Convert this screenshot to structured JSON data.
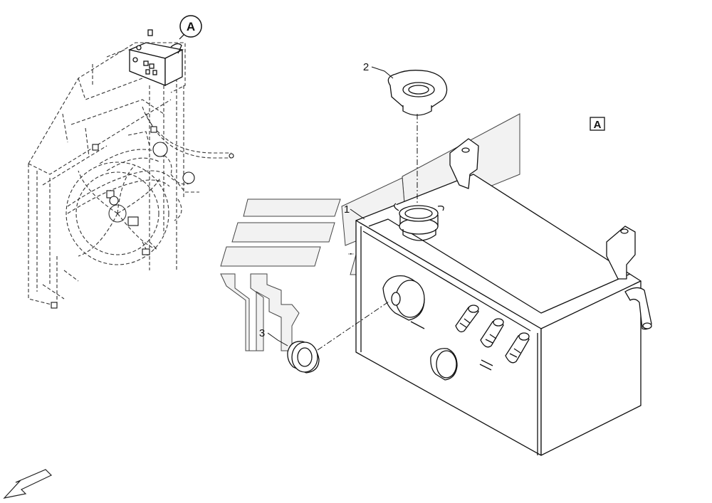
{
  "callouts": {
    "part_1": "1",
    "part_2": "2",
    "part_3": "3"
  },
  "views": {
    "detail_circle_label": "A",
    "detail_box_label": "A"
  },
  "icons": {
    "orientation": "orientation-arrow-icon"
  },
  "colors": {
    "line": "#1a1a1a",
    "watermark_fill": "#f2f2f2",
    "watermark_stroke": "#444444",
    "background": "#ffffff"
  }
}
